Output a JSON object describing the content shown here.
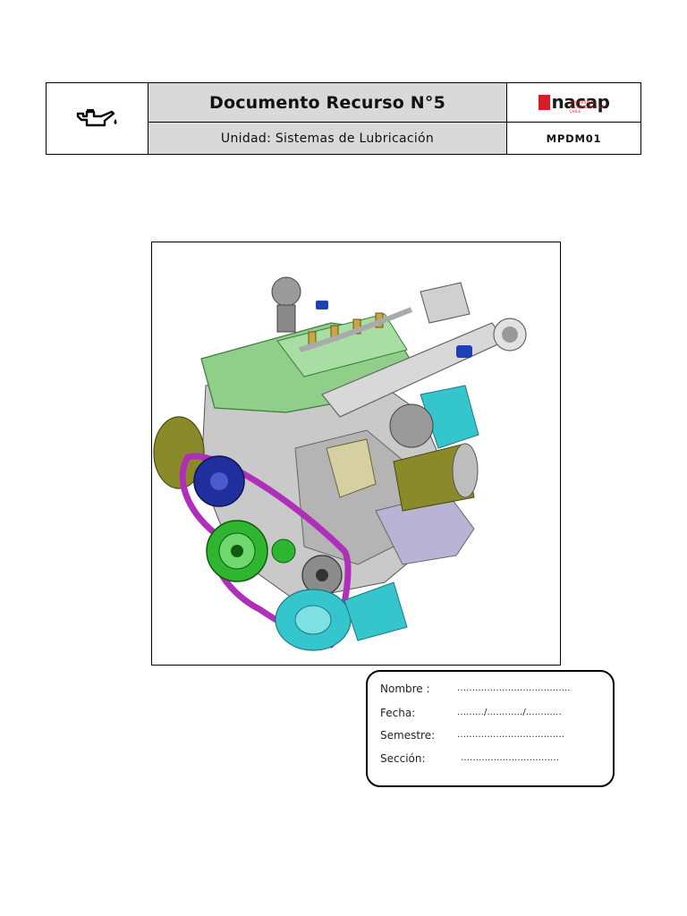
{
  "header": {
    "title": "Documento Recurso N°5",
    "subtitle": "Unidad: Sistemas de Lubricación",
    "logo_text": "nacap",
    "logo_tagline": "UNIVERSIDAD TECNOLÓGICA DE CHILE",
    "code": "MPDM01",
    "icon": "oil-can-icon"
  },
  "figure": {
    "subject": "engine-illustration-icon"
  },
  "info_form": {
    "fields": [
      {
        "label": "Nombre :",
        "blank": "……………………………….."
      },
      {
        "label": "Fecha:",
        "blank": "………/…………/…………"
      },
      {
        "label": "Semestre:",
        "blank": "………………………………"
      },
      {
        "label": "Sección:",
        "blank": "……………………………"
      }
    ]
  },
  "colors": {
    "header_fill": "#d9d9d9",
    "logo_red": "#d41f26",
    "belt": "#b02fb8",
    "head_green": "#8fcf8a",
    "pulley_blue": "#1f2f9e",
    "pulley_green": "#2fb52f",
    "compressor_cyan": "#34c6cc",
    "alternator_olive": "#8a8a2a"
  }
}
